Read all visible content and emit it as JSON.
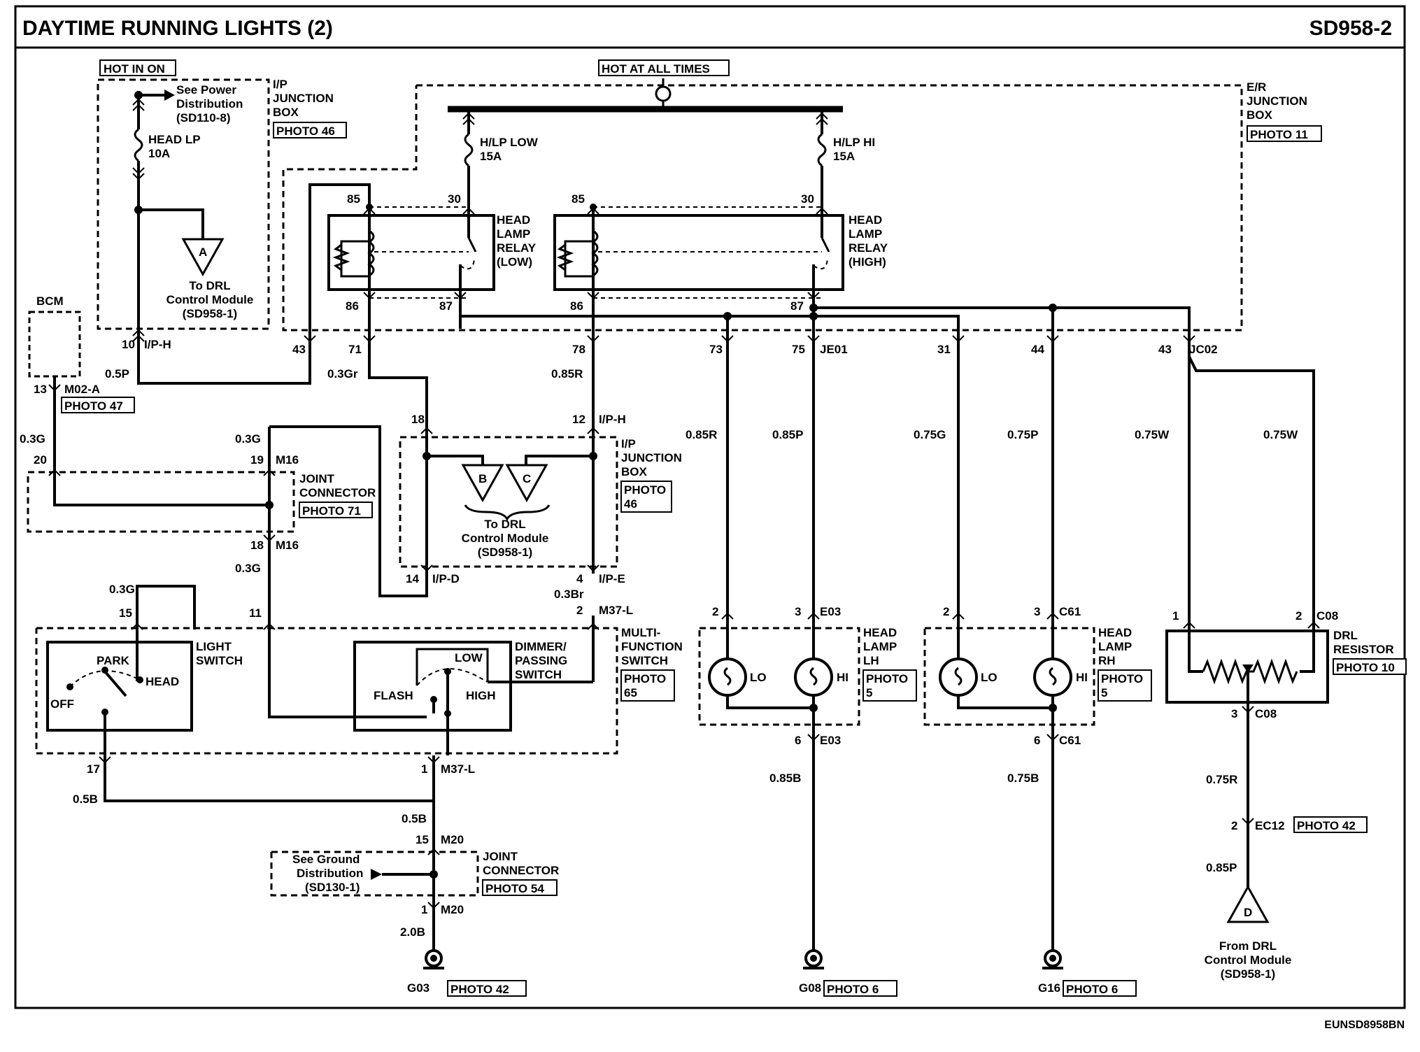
{
  "title": "DAYTIME RUNNING LIGHTS (2)",
  "page_code": "SD958-2",
  "footer_code": "EUNSD8958BN",
  "hot_in_on": "HOT IN ON",
  "hot_at_all_times": "HOT AT ALL TIMES",
  "ip_junction_box": {
    "l1": "I/P",
    "l2": "JUNCTION",
    "l3": "BOX",
    "photo": "PHOTO 46"
  },
  "er_junction_box": {
    "l1": "E/R",
    "l2": "JUNCTION",
    "l3": "BOX",
    "photo": "PHOTO 11"
  },
  "see_power": {
    "l1": "See Power",
    "l2": "Distribution",
    "l3": "(SD110-8)"
  },
  "fuse_head_lp": {
    "name": "HEAD LP",
    "rating": "10A"
  },
  "fuse_hlp_low": {
    "name": "H/LP LOW",
    "rating": "15A"
  },
  "fuse_hlp_hi": {
    "name": "H/LP HI",
    "rating": "15A"
  },
  "to_drl_a": {
    "letter": "A",
    "l1": "To DRL",
    "l2": "Control Module",
    "l3": "(SD958-1)"
  },
  "to_drl_bc": {
    "b": "B",
    "c": "C",
    "l1": "To DRL",
    "l2": "Control Module",
    "l3": "(SD958-1)"
  },
  "from_drl_d": {
    "letter": "D",
    "l1": "From DRL",
    "l2": "Control Module",
    "l3": "(SD958-1)"
  },
  "relay_low": {
    "l1": "HEAD",
    "l2": "LAMP",
    "l3": "RELAY",
    "l4": "(LOW)",
    "p85": "85",
    "p30": "30",
    "p86": "86",
    "p87": "87"
  },
  "relay_high": {
    "l1": "HEAD",
    "l2": "LAMP",
    "l3": "RELAY",
    "l4": "(HIGH)",
    "p85": "85",
    "p30": "30",
    "p86": "86",
    "p87": "87"
  },
  "bcm": "BCM",
  "connectors": {
    "ip_h": "I/P-H",
    "ip_d": "I/P-D",
    "ip_e": "I/P-E",
    "m02a": "M02-A",
    "m16": "M16",
    "m37l": "M37-L",
    "m20": "M20",
    "je01": "JE01",
    "jc02": "JC02",
    "e03": "E03",
    "c61": "C61",
    "c08": "C08",
    "ec12": "EC12"
  },
  "pins": {
    "p10": "10",
    "p43": "43",
    "p71": "71",
    "p78": "78",
    "p73": "73",
    "p75": "75",
    "p31": "31",
    "p44": "44",
    "p43b": "43",
    "p13": "13",
    "p20": "20",
    "p19": "19",
    "p18": "18",
    "p12": "12",
    "p18b": "18",
    "p14": "14",
    "p4": "4",
    "p15": "15",
    "p11": "11",
    "p2": "2",
    "p17": "17",
    "p1": "1",
    "p15b": "15",
    "p1b": "1",
    "p2lh": "2",
    "p3lh": "3",
    "p2rh": "2",
    "p3rh": "3",
    "p1r": "1",
    "p2r": "2",
    "p3r": "3",
    "p6lh": "6",
    "p6rh": "6",
    "p2ec": "2"
  },
  "wires": {
    "w05p": "0.5P",
    "w03gr": "0.3Gr",
    "w085r": "0.85R",
    "w03g_a": "0.3G",
    "w03g_b": "0.3G",
    "w03g_c": "0.3G",
    "w03g_d": "0.3G",
    "w03br": "0.3Br",
    "w05b_a": "0.5B",
    "w05b_b": "0.5B",
    "w20b": "2.0B",
    "w085r_b": "0.85R",
    "w085p": "0.85P",
    "w075g": "0.75G",
    "w075p": "0.75P",
    "w075w_a": "0.75W",
    "w075w_b": "0.75W",
    "w085b": "0.85B",
    "w075b": "0.75B",
    "w075r": "0.75R",
    "w085p_b": "0.85P"
  },
  "joint_connector_a": {
    "l1": "JOINT",
    "l2": "CONNECTOR",
    "photo": "PHOTO 71"
  },
  "joint_connector_b": {
    "l1": "JOINT",
    "l2": "CONNECTOR",
    "photo": "PHOTO 54"
  },
  "photo47": "PHOTO 47",
  "ip_jb2": {
    "l1": "I/P",
    "l2": "JUNCTION",
    "l3": "BOX",
    "photo1": "PHOTO",
    "photo2": "46"
  },
  "light_switch": {
    "l1": "LIGHT",
    "l2": "SWITCH",
    "park": "PARK",
    "head": "HEAD",
    "off": "OFF"
  },
  "dimmer": {
    "l1": "DIMMER/",
    "l2": "PASSING",
    "l3": "SWITCH",
    "low": "LOW",
    "flash": "FLASH",
    "high": "HIGH"
  },
  "multi_function": {
    "l1": "MULTI-",
    "l2": "FUNCTION",
    "l3": "SWITCH",
    "photo1": "PHOTO",
    "photo2": "65"
  },
  "see_ground": {
    "l1": "See Ground",
    "l2": "Distribution",
    "l3": "(SD130-1)"
  },
  "head_lamp_lh": {
    "l1": "HEAD",
    "l2": "LAMP",
    "l3": "LH",
    "lo": "LO",
    "hi": "HI",
    "photo1": "PHOTO",
    "photo2": "5"
  },
  "head_lamp_rh": {
    "l1": "HEAD",
    "l2": "LAMP",
    "l3": "RH",
    "lo": "LO",
    "hi": "HI",
    "photo1": "PHOTO",
    "photo2": "5"
  },
  "drl_resistor": {
    "l1": "DRL",
    "l2": "RESISTOR",
    "photo": "PHOTO 10"
  },
  "grounds": {
    "g03": "G03",
    "g08": "G08",
    "g16": "G16",
    "ph42": "PHOTO 42",
    "ph6a": "PHOTO 6",
    "ph6b": "PHOTO 6"
  },
  "ec12_photo": "PHOTO 42"
}
